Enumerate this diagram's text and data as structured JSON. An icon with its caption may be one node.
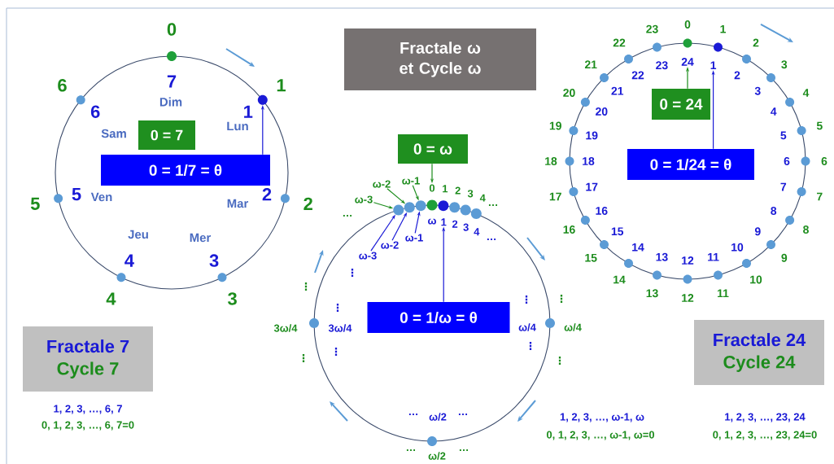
{
  "diagram": {
    "nodes": [
      {
        "text": [],
        "shape": "circle"
      },
      {
        "text": [
          "0 = 7"
        ],
        "in": 0
      },
      {
        "text": [
          "0 = 1/7 = θ"
        ],
        "in": 0
      },
      {
        "text": [],
        "shape": "circle"
      },
      {
        "text": [
          "Fractale ω et Cycle ω"
        ]
      },
      {
        "text": [
          "0 = ω"
        ]
      },
      {
        "text": [],
        "shape": "circle"
      },
      {
        "text": [
          "0 = 1/ω = θ"
        ],
        "in": 6
      },
      {
        "text": [
          "ω-3"
        ]
      },
      {
        "text": [
          "ω-2"
        ]
      },
      {
        "text": [
          "ω-1"
        ]
      },
      {
        "text": [
          "0"
        ]
      },
      {
        "text": [],
        "shape": "circle"
      },
      {
        "text": [],
        "shape": "circle"
      },
      {
        "text": [],
        "shape": "circle"
      },
      {
        "text": [
          "ω-3"
        ],
        "in": 6
      },
      {
        "text": [
          "ω-2"
        ],
        "in": 6
      },
      {
        "text": [
          "ω-1"
        ],
        "in": 6
      },
      {
        "text": [
          "1"
        ],
        "in": 6
      },
      {
        "text": [],
        "shape": "circle"
      },
      {
        "text": [
          "0 = 24"
        ],
        "in": 19
      },
      {
        "text": [
          "0 = 1/24 = θ"
        ],
        "in": 19
      },
      {
        "text": [
          "24"
        ],
        "in": 19
      },
      {
        "text": [
          "1"
        ],
        "in": 19
      },
      {
        "text": [
          "Fractale 7",
          "Cycle 7"
        ]
      },
      {
        "text": [
          "Fractale 24",
          "Cycle 24"
        ]
      },
      {
        "text": [],
        "shape": "circle"
      },
      {
        "text": [],
        "shape": "circle"
      },
      {
        "text": [],
        "shape": "circle"
      },
      {
        "text": [],
        "shape": "circle"
      },
      {
        "text": [],
        "shape": "circle"
      },
      {
        "text": [],
        "shape": "circle"
      },
      {
        "text": [],
        "shape": "circle"
      },
      {
        "text": [],
        "shape": "circle"
      },
      {
        "text": [],
        "shape": "circle"
      },
      {
        "text": [],
        "shape": "circle"
      },
      {
        "text": [],
        "shape": "circle"
      },
      {
        "text": [],
        "shape": "circle"
      },
      {
        "text": [],
        "shape": "circle"
      },
      {
        "text": [],
        "shape": "circle"
      },
      {
        "text": [],
        "shape": "circle"
      },
      {
        "text": [],
        "shape": "circle"
      },
      {
        "text": [],
        "shape": "circle"
      },
      {
        "text": [],
        "shape": "circle"
      },
      {
        "text": [],
        "shape": "circle"
      },
      {
        "text": [],
        "shape": "circle"
      },
      {
        "text": [],
        "shape": "circle"
      },
      {
        "text": [],
        "shape": "circle"
      },
      {
        "text": [],
        "shape": "circle"
      },
      {
        "text": [],
        "shape": "circle"
      },
      {
        "text": [],
        "shape": "circle"
      },
      {
        "text": [],
        "shape": "circle"
      },
      {
        "text": [],
        "shape": "circle"
      },
      {
        "text": [],
        "shape": "circle"
      },
      {
        "text": [],
        "shape": "circle"
      },
      {
        "text": [],
        "shape": "circle"
      },
      {
        "text": [],
        "shape": "circle"
      },
      {
        "text": [],
        "shape": "circle"
      },
      {
        "text": [],
        "shape": "circle"
      },
      {
        "text": [],
        "shape": "circle"
      },
      {
        "text": [],
        "shape": "circle"
      },
      {
        "text": [],
        "shape": "circle"
      },
      {
        "text": [],
        "shape": "circle"
      },
      {
        "text": [],
        "shape": "circle"
      }
    ],
    "edges": [
      {
        "from": 2,
        "to": 3,
        "arrow": "to"
      },
      {
        "from": 5,
        "to": 11,
        "arrow": "to",
        "color": "#1c8c1c"
      },
      {
        "from": 8,
        "to": 12,
        "arrow": "to",
        "color": "#1c8c1c"
      },
      {
        "from": 9,
        "to": 13,
        "arrow": "to",
        "color": "#1c8c1c"
      },
      {
        "from": 10,
        "to": 14,
        "arrow": "to",
        "color": "#1c8c1c"
      },
      {
        "from": 15,
        "to": 12,
        "arrow": "to"
      },
      {
        "from": 16,
        "to": 13,
        "arrow": "to"
      },
      {
        "from": 17,
        "to": 14,
        "arrow": "to"
      },
      {
        "from": 7,
        "to": 18,
        "arrow": "to"
      },
      {
        "from": 20,
        "to": 22,
        "arrow": "to",
        "color": "#1c8c1c"
      },
      {
        "from": 21,
        "to": 23,
        "arrow": "to"
      }
    ],
    "labels": [
      "0",
      "1",
      "2",
      "3",
      "4",
      "5",
      "6",
      "1",
      "2",
      "3",
      "4",
      "5",
      "6",
      "7",
      "Lun",
      "Mar",
      "Mer",
      "Jeu",
      "Ven",
      "Sam",
      "Dim",
      "1",
      "2",
      "3",
      "4",
      "ω",
      "2",
      "3",
      "4",
      "…",
      "…",
      "…",
      "⋮",
      "⋮",
      "⋮",
      "⋮",
      "⋮",
      "⋮",
      "⋮",
      "⋮",
      "⋮",
      "3ω/4",
      "3ω/4",
      "ω/4",
      "ω/4",
      "…",
      "ω/2",
      "…",
      "…",
      "ω/2",
      "…",
      "0",
      "1",
      "2",
      "3",
      "4",
      "5",
      "6",
      "7",
      "8",
      "9",
      "10",
      "11",
      "12",
      "13",
      "14",
      "15",
      "16",
      "17",
      "18",
      "19",
      "20",
      "21",
      "22",
      "23",
      "2",
      "3",
      "4",
      "5",
      "6",
      "7",
      "8",
      "9",
      "10",
      "11",
      "12",
      "13",
      "14",
      "15",
      "16",
      "17",
      "18",
      "19",
      "20",
      "21",
      "22",
      "23",
      "1, 2, 3, …, 6, 7",
      "0, 1, 2, 3, …, 6, 7=0",
      "1, 2, 3, …, ω-1, ω",
      "0, 1, 2, 3, …, ω-1, ω=0",
      "1, 2, 3, …, 23, 24",
      "0, 1, 2, 3, …, 23, 24=0"
    ]
  }
}
